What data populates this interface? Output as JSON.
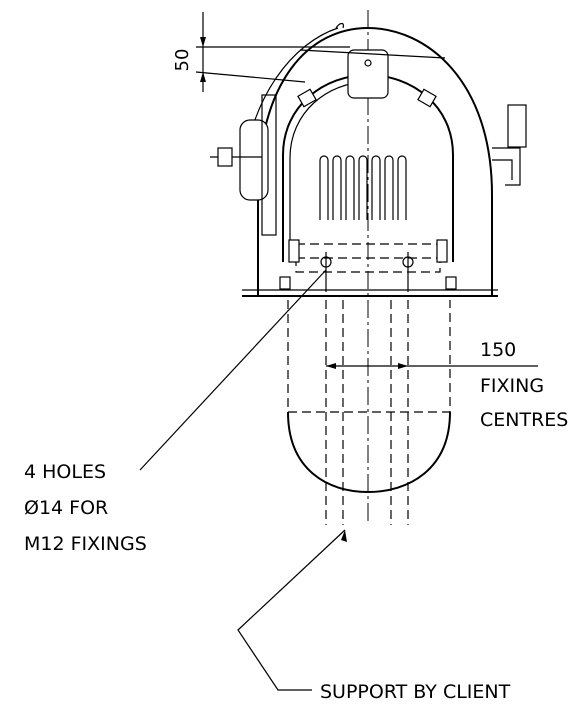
{
  "drawing": {
    "dim_top": "50",
    "dim_spacing_value": "150",
    "dim_spacing_label_1": "FIXING",
    "dim_spacing_label_2": "CENTRES",
    "holes_line_1": "4 HOLES",
    "holes_line_2": "Ø14 FOR",
    "holes_line_3": "M12 FIXINGS",
    "support_label": "SUPPORT BY CLIENT"
  }
}
